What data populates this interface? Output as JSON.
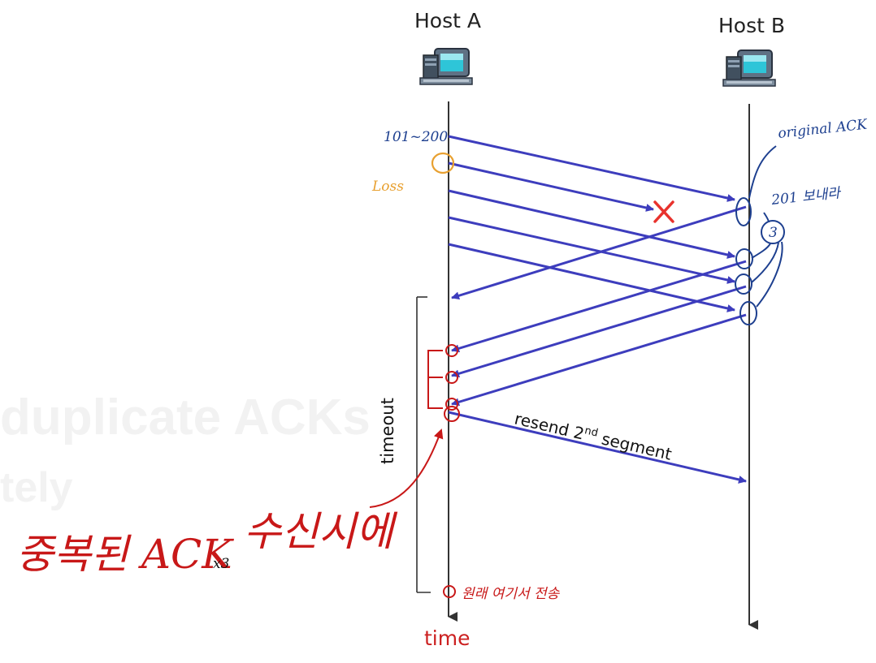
{
  "hosts": {
    "a_label": "Host A",
    "b_label": "Host B"
  },
  "labels": {
    "resend_prefix": "resend 2",
    "resend_superscript": "nd",
    "resend_suffix": " segment",
    "timeout": "timeout",
    "time": "time"
  },
  "annotations": {
    "seq_range": "101~200",
    "loss": "Loss",
    "original_ack": "original ACK",
    "send_201": "201 보내라",
    "dup_count": "3",
    "dup_ack_received": "중복된 ACK",
    "dup_ack_received_suffix": "수신시에",
    "times_mark": "x3",
    "resend_before_timeout": "원래 여기서 전송"
  },
  "ghost_text": {
    "line1": "duplicate ACKs",
    "line2": "tely"
  },
  "colors": {
    "arrow": "#3d3dbd",
    "timeline": "#333333",
    "lost_x": "#e8322d",
    "ink_blue": "#1d3f8f",
    "ink_orange": "#e8a030",
    "ink_red": "#c81818",
    "time_text": "#cc2020"
  },
  "icons": {
    "host_a": "desktop-computer-icon",
    "host_b": "desktop-computer-icon"
  }
}
